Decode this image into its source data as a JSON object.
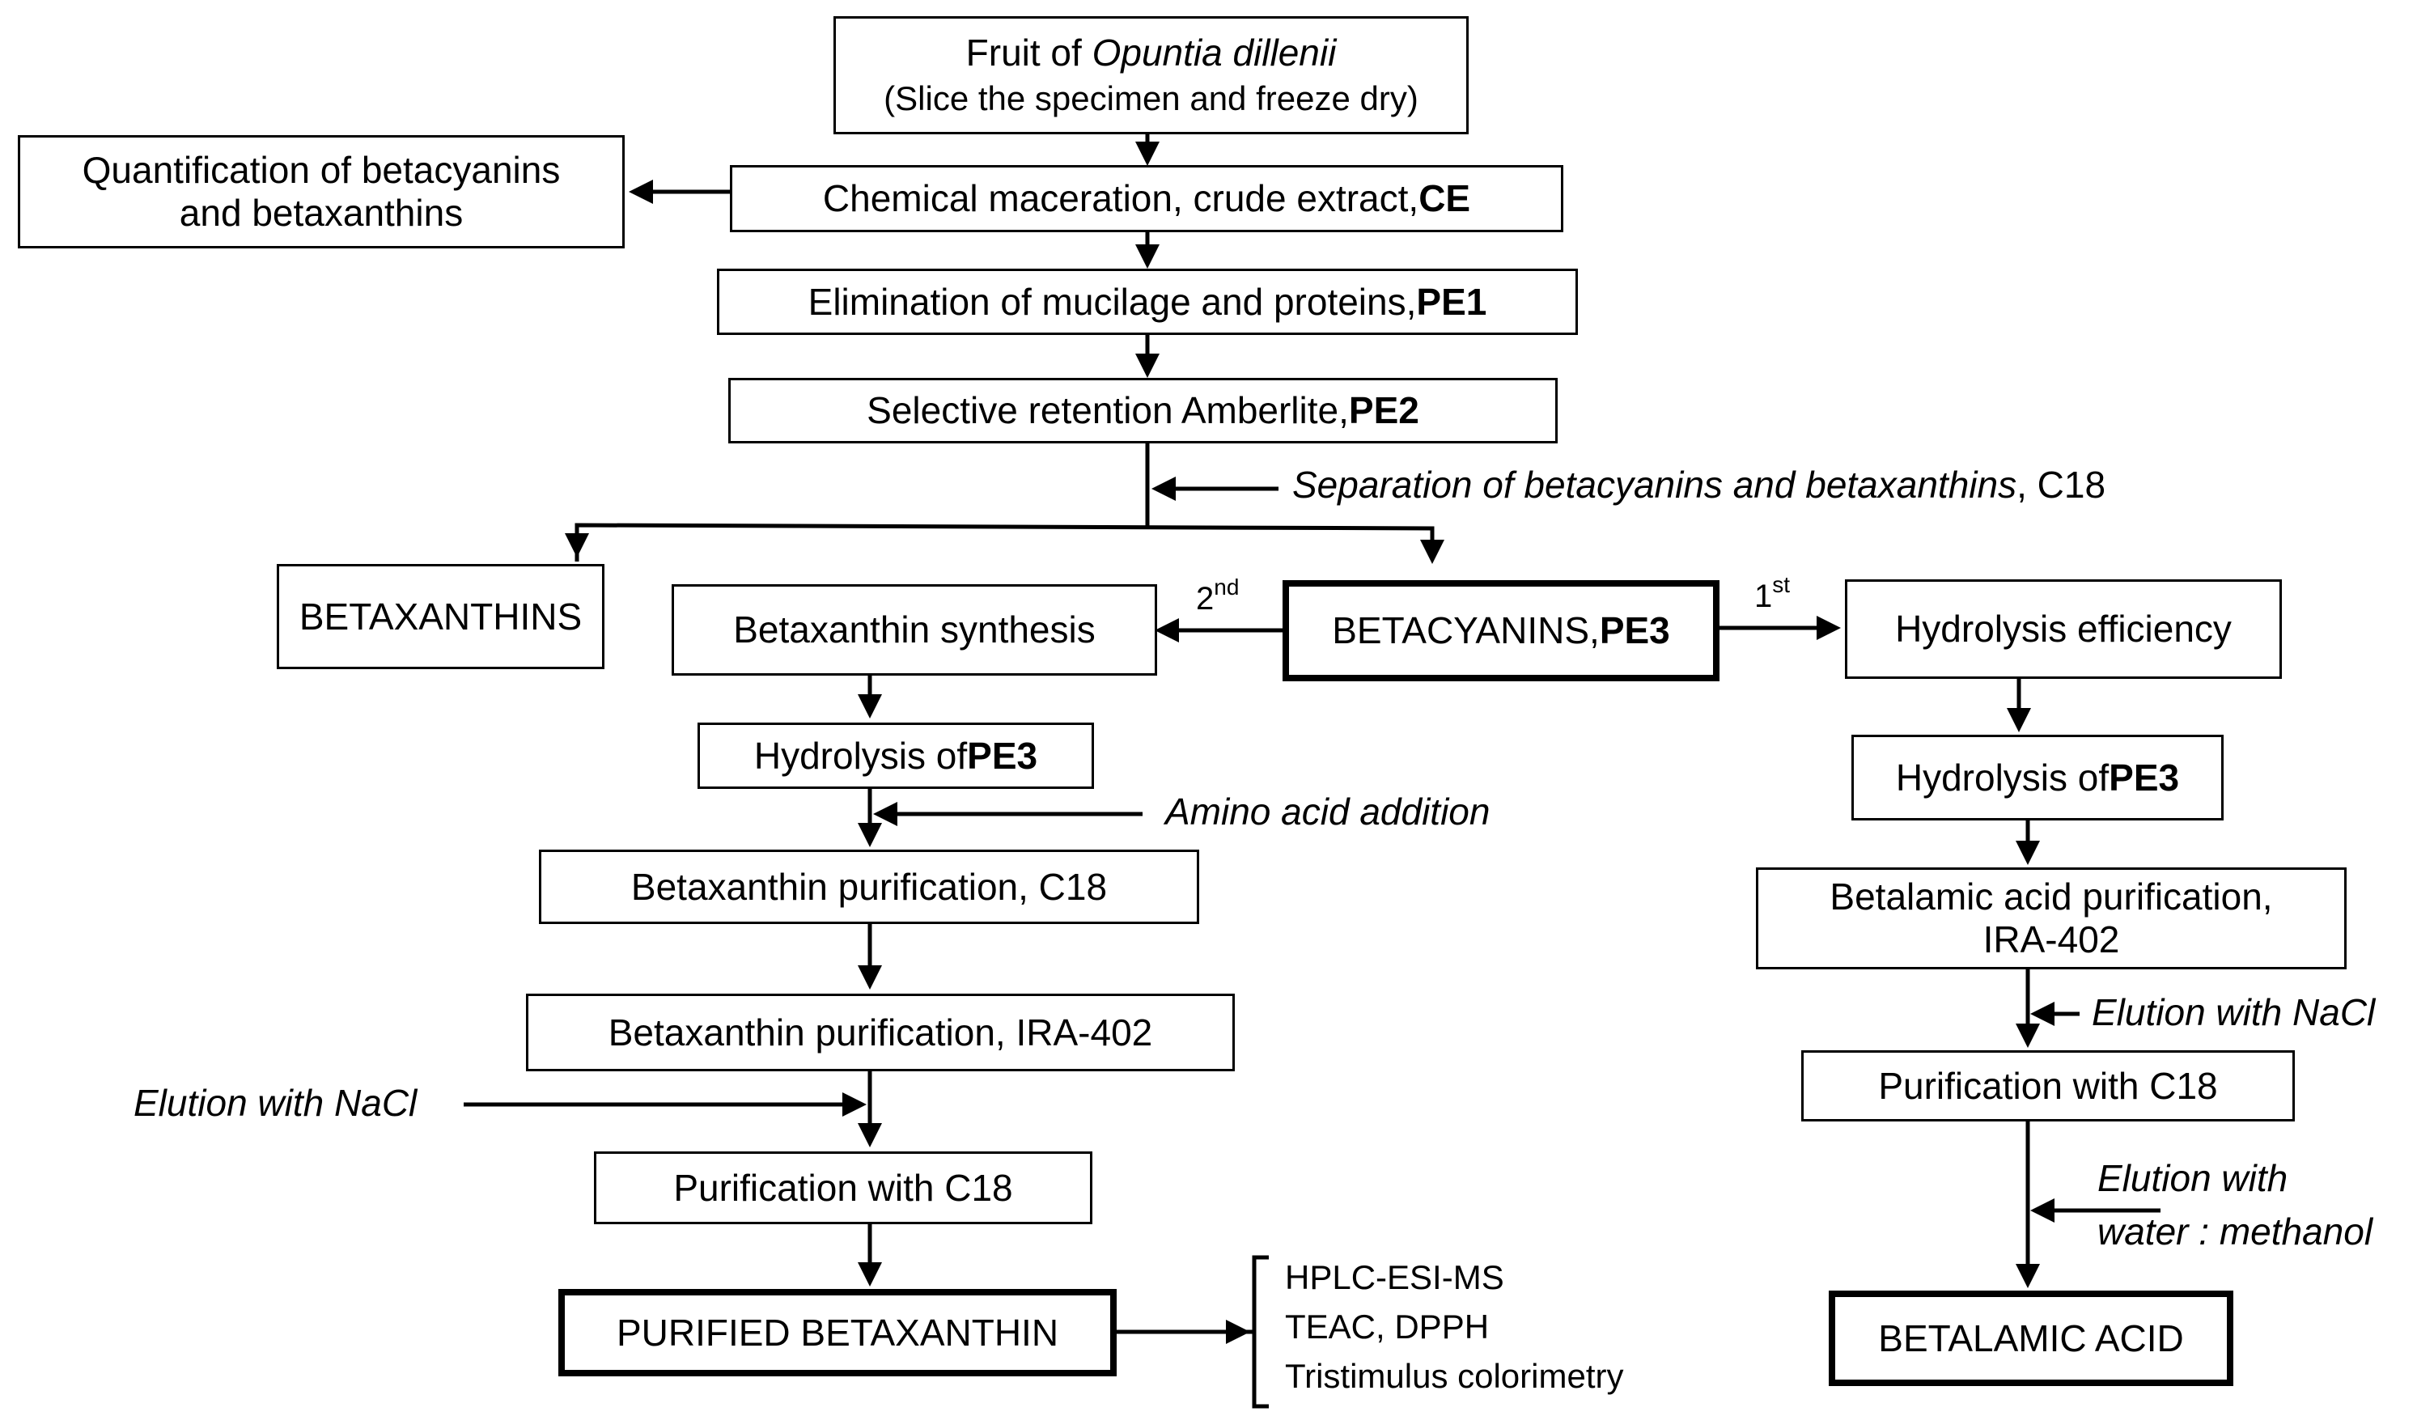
{
  "boxes": {
    "fruit": {
      "line1_prefix": "Fruit of ",
      "line1_species": "Opuntia dillenii",
      "line2": "(Slice the specimen and freeze dry)"
    },
    "quantification": {
      "line1": "Quantification of betacyanins",
      "line2": "and betaxanthins"
    },
    "chemical_maceration": {
      "text": "Chemical maceration, crude extract, ",
      "code": "CE"
    },
    "elimination": {
      "text": "Elimination of mucilage and proteins, ",
      "code": "PE1"
    },
    "selective_retention": {
      "text": "Selective retention Amberlite, ",
      "code": "PE2"
    },
    "betaxanthins": {
      "text": "BETAXANTHINS"
    },
    "betaxanthin_synthesis": {
      "text": "Betaxanthin synthesis"
    },
    "betacyanins": {
      "text": "BETACYANINS, ",
      "code": "PE3"
    },
    "hydrolysis_efficiency": {
      "text": "Hydrolysis efficiency"
    },
    "hydrolysis_left": {
      "text": "Hydrolysis of ",
      "code": "PE3"
    },
    "hydrolysis_right": {
      "text": "Hydrolysis of ",
      "code": "PE3"
    },
    "betaxanthin_purif_c18": {
      "text": "Betaxanthin purification, C18"
    },
    "betaxanthin_purif_ira": {
      "text": "Betaxanthin purification, IRA-402"
    },
    "betalamic_purif": {
      "line1": "Betalamic acid purification,",
      "line2": "IRA-402"
    },
    "purification_c18_left": {
      "text": "Purification with C18"
    },
    "purification_c18_right": {
      "text": "Purification with C18"
    },
    "purified_betaxanthin": {
      "text": "PURIFIED BETAXANTHIN"
    },
    "betalamic_acid": {
      "text": "BETALAMIC ACID"
    }
  },
  "annotations": {
    "separation": {
      "italic": "Separation of betacyanins and betaxanthins",
      "normal": ", C18"
    },
    "amino_acid": "Amino acid addition",
    "elution_nacl_left": "Elution with NaCl",
    "elution_nacl_right": "Elution with NaCl",
    "elution_water_line1": "Elution with",
    "elution_water_line2": "water : methanol",
    "order_second": {
      "num": "2",
      "suffix": "nd"
    },
    "order_first": {
      "num": "1",
      "suffix": "st"
    }
  },
  "methods": [
    "HPLC-ESI-MS",
    "TEAC, DPPH",
    "Tristimulus colorimetry"
  ]
}
